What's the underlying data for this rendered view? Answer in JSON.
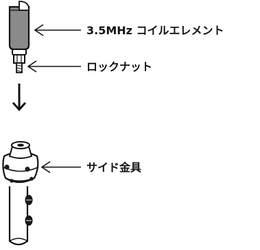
{
  "labels": {
    "coil_element": "3.5MHz コイルエレメント",
    "lock_nut": "ロックナット",
    "side_fitting": "サイド金具"
  },
  "colors": {
    "stroke": "#111111",
    "coil_gray": "#8a8a8a",
    "part_fill": "#ffffff",
    "hole_fill": "#1a1a1a"
  },
  "assembly_arrow": {
    "direction": "down",
    "icon": "down-arrow-icon"
  }
}
